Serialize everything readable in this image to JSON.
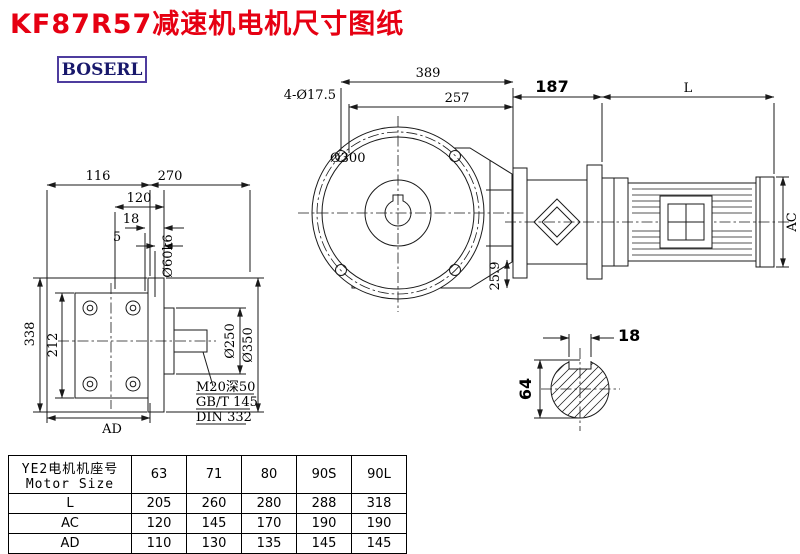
{
  "page": {
    "title": "KF87R57减速机电机尺寸图纸",
    "logo": "BOSERL",
    "accent_red": "#e60012"
  },
  "front_view": {
    "dim_width_total": "389",
    "dim_width_flange": "257",
    "holes": "4-Ø17.5",
    "flange_bolt_circle": "Ø300",
    "dim_offset": "25.9"
  },
  "motor_view": {
    "dim_adapter": "187",
    "dim_motor_length": "L",
    "dim_motor_height": "AC"
  },
  "side_view": {
    "dim_116": "116",
    "dim_270": "270",
    "dim_120": "120",
    "dim_18": "18",
    "dim_5": "5",
    "dim_338": "338",
    "dim_212": "212",
    "shaft_dia": "Ø60k6",
    "spigot_dia": "Ø250",
    "flange_dia": "Ø350",
    "dim_AD": "AD",
    "tap_hole": "M20深50",
    "standard_gb": "GB/T 145",
    "standard_din": "DIN 332"
  },
  "shaft_section": {
    "key_width": "18",
    "shaft_dia": "64"
  },
  "table": {
    "header_cn": "YE2电机机座号",
    "header_en": "Motor Size",
    "frame_sizes": [
      "63",
      "71",
      "80",
      "90S",
      "90L"
    ],
    "rows": [
      {
        "label": "L",
        "values": [
          "205",
          "260",
          "280",
          "288",
          "318"
        ]
      },
      {
        "label": "AC",
        "values": [
          "120",
          "145",
          "170",
          "190",
          "190"
        ]
      },
      {
        "label": "AD",
        "values": [
          "110",
          "130",
          "135",
          "145",
          "145"
        ]
      }
    ]
  }
}
